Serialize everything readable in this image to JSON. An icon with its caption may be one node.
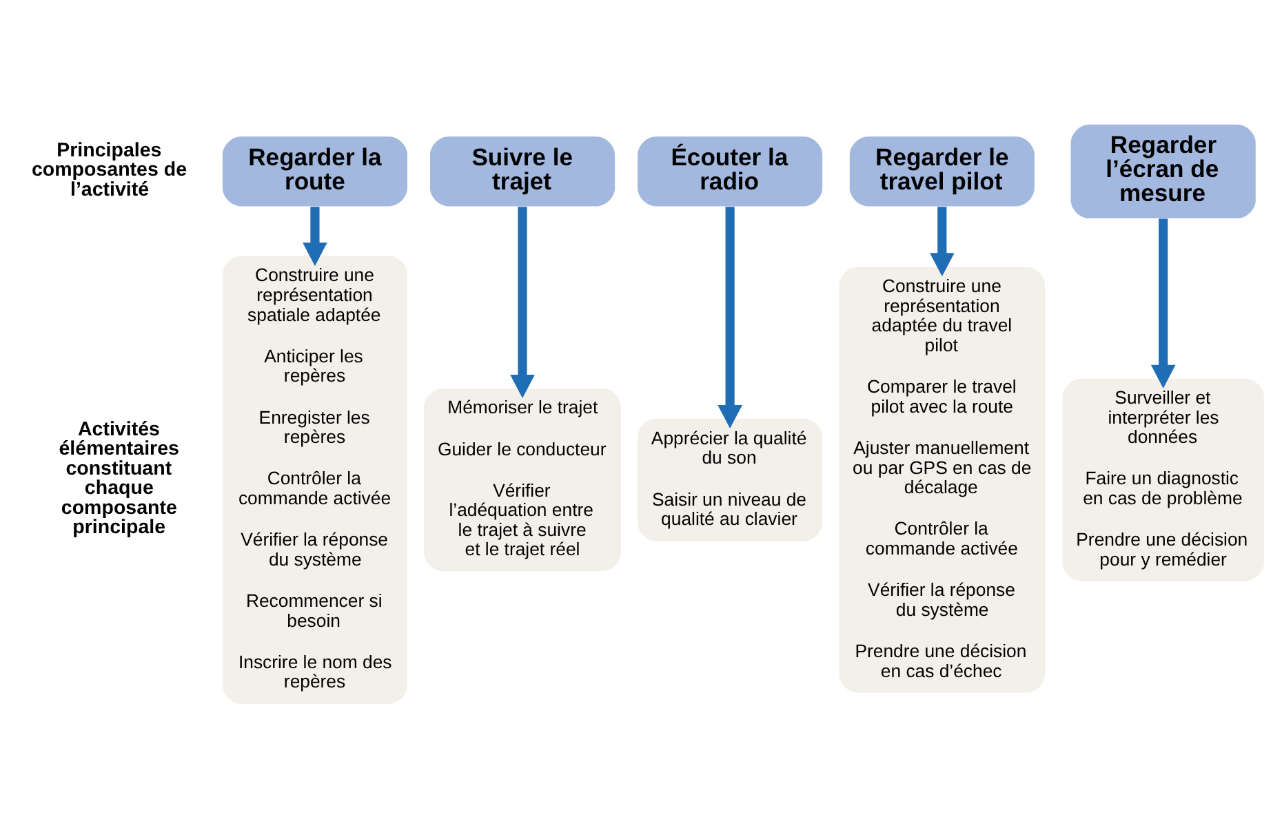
{
  "diagram": {
    "nodes": [
      {
        "text": [
          "Regarder la route"
        ]
      },
      {
        "text": [
          "Suivre le trajet"
        ]
      },
      {
        "text": [
          "Écouter la radio"
        ]
      },
      {
        "text": [
          "Regarder le travel pilot"
        ]
      },
      {
        "text": [
          "Regarder l’écran de mesure"
        ]
      },
      {
        "text": [
          "Construire une représentation spatiale adaptée",
          "Anticiper les repères",
          "Enregister les repères",
          "Contrôler la commande activée",
          "Vérifier la réponse du système",
          "Recommencer si besoin",
          "Inscrire le nom des repères"
        ]
      },
      {
        "text": [
          "Mémoriser le trajet",
          "Guider le conducteur",
          "Vérifier l’adéquation entre le trajet à suivre et le trajet réel"
        ]
      },
      {
        "text": [
          "Apprécier la qualité du son",
          "Saisir un niveau de qualité au clavier"
        ]
      },
      {
        "text": [
          "Construire une représentation adaptée du travel pilot",
          "Comparer le travel pilot avec la route",
          "Ajuster manuellement ou par GPS en cas de décalage",
          "Contrôler la commande activée",
          "Vérifier la réponse du système",
          "Prendre une décision en cas d’échec"
        ]
      },
      {
        "text": [
          "Surveiller et interpréter les données",
          "Faire un diagnostic en cas de problème",
          "Prendre une décision pour y remédier"
        ]
      }
    ],
    "edges": [
      {
        "from": 0,
        "to": 5,
        "arrow": "to"
      },
      {
        "from": 1,
        "to": 6,
        "arrow": "to"
      },
      {
        "from": 2,
        "to": 7,
        "arrow": "to"
      },
      {
        "from": 3,
        "to": 8,
        "arrow": "to"
      },
      {
        "from": 4,
        "to": 9,
        "arrow": "to"
      }
    ],
    "labels": [
      "Principales composantes de l’activité",
      "Activités élémentaires constituant chaque composante principale"
    ]
  }
}
